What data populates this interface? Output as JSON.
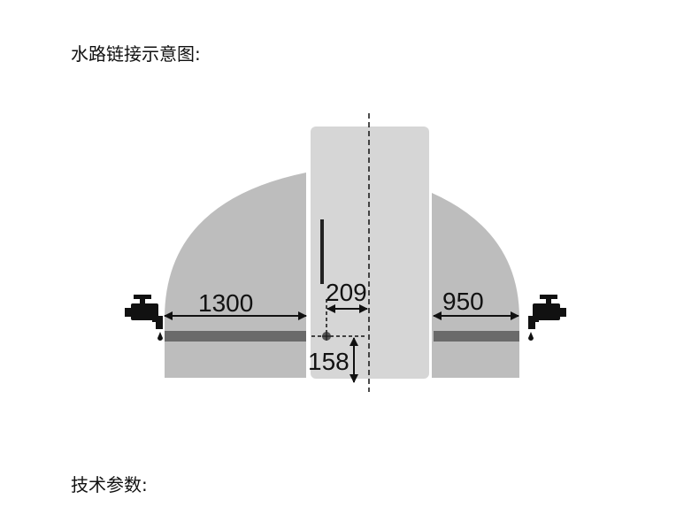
{
  "headings": {
    "water_diagram": "水路链接示意图:",
    "tech_specs": "技术参数:"
  },
  "dimensions": {
    "left_to_faucet": "1300",
    "center_offset": "209",
    "right_to_faucet": "950",
    "height_offset": "158"
  },
  "colors": {
    "arc_fill": "#bdbdbd",
    "appliance_fill": "#d6d6d6",
    "pipe": "#6a6a6a",
    "ink": "#111111"
  },
  "icons": {
    "left_faucet": "faucet-icon",
    "right_faucet": "faucet-icon",
    "water_inlet": "water-inlet-point"
  }
}
